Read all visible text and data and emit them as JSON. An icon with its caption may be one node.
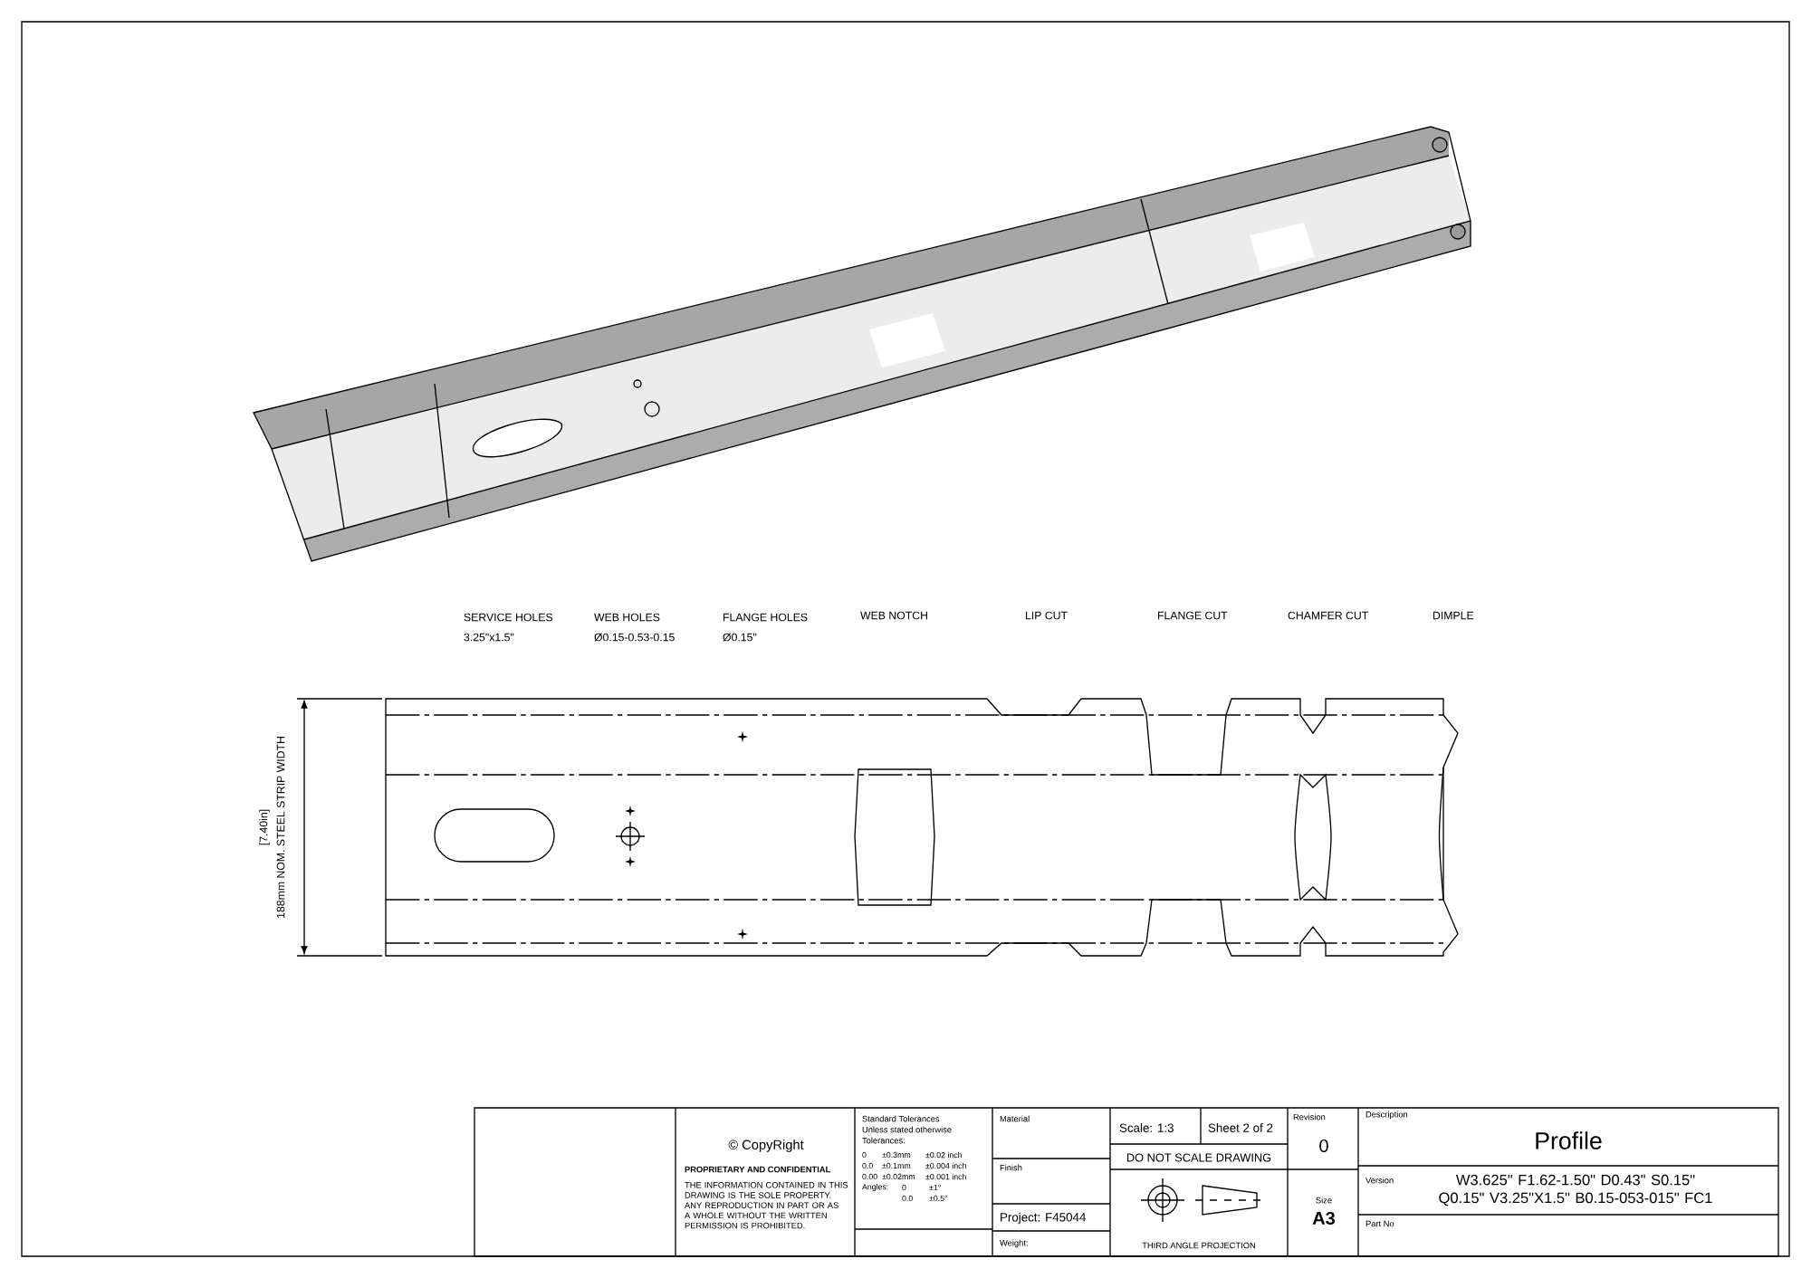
{
  "diagram": {
    "labels": [
      "SERVICE HOLES",
      "3.25\"x1.5\"",
      "WEB HOLES",
      "Ø0.15-0.53-0.15",
      "FLANGE HOLES",
      "Ø0.15\"",
      "WEB NOTCH",
      "LIP CUT",
      "FLANGE CUT",
      "CHAMFER CUT",
      "DIMPLE",
      "[7.40in]",
      "188mm NOM. STEEL STRIP WIDTH",
      "© CopyRight",
      "PROPRIETARY AND CONFIDENTIAL",
      "THE INFORMATION CONTAINED IN THIS DRAWING IS THE SOLE PROPERTY. ANY REPRODUCTION IN PART OR AS A WHOLE WITHOUT THE WRITTEN PERMISSION IS PROHIBITED.",
      "Standard Tolerances",
      "Unless stated otherwise",
      "Tolerances:",
      "0",
      "±0.3mm",
      "±0.02 inch",
      "0.0",
      "±0.1mm",
      "±0.004 inch",
      "0.00",
      "±0.02mm",
      "±0.001 inch",
      "Angles:",
      "0",
      "±1°",
      "0.0",
      "±0.5°",
      "Material",
      "Finish",
      "Project: F45044",
      "Weight:",
      "Scale: 1:3",
      "Sheet  2  of  2",
      "DO NOT SCALE DRAWING",
      "THIRD ANGLE PROJECTION",
      "Revision",
      "0",
      "Size",
      "A3",
      "Description",
      "Profile",
      "Version",
      "W3.625\" F1.62-1.50\" D0.43\" S0.15\" Q0.15\" V3.25\"X1.5\" B0.15-053-015\" FC1",
      "Part No"
    ]
  }
}
